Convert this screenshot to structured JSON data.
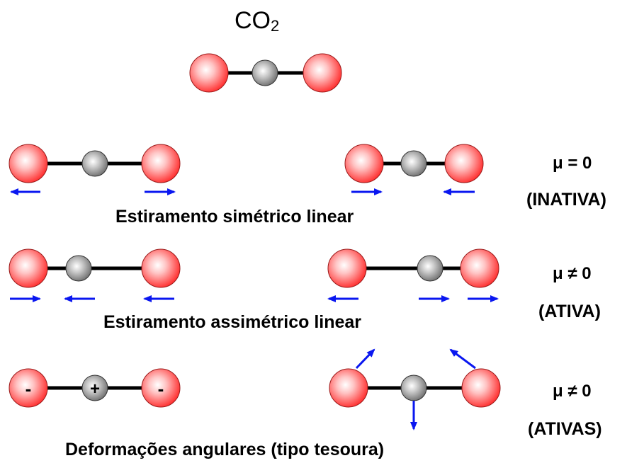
{
  "title": {
    "main": "CO",
    "subscript": "2"
  },
  "rows": [
    {
      "caption": "Estiramento simétrico linear",
      "dipole": "μ = 0",
      "activity": "(INATIVA)"
    },
    {
      "caption": "Estiramento assimétrico linear",
      "dipole": "μ ≠ 0",
      "activity": "(ATIVA)"
    },
    {
      "caption": "Deformações angulares (tipo tesoura)",
      "dipole": "μ ≠ 0",
      "activity": "(ATIVAS)",
      "charges": {
        "oxygen_left": "-",
        "carbon": "+",
        "oxygen_right": "-"
      }
    }
  ],
  "colors": {
    "oxygen": "#ff2a2a",
    "carbon": "#8a8a8a",
    "bond": "#000000",
    "arrow": "#0a17f0"
  }
}
